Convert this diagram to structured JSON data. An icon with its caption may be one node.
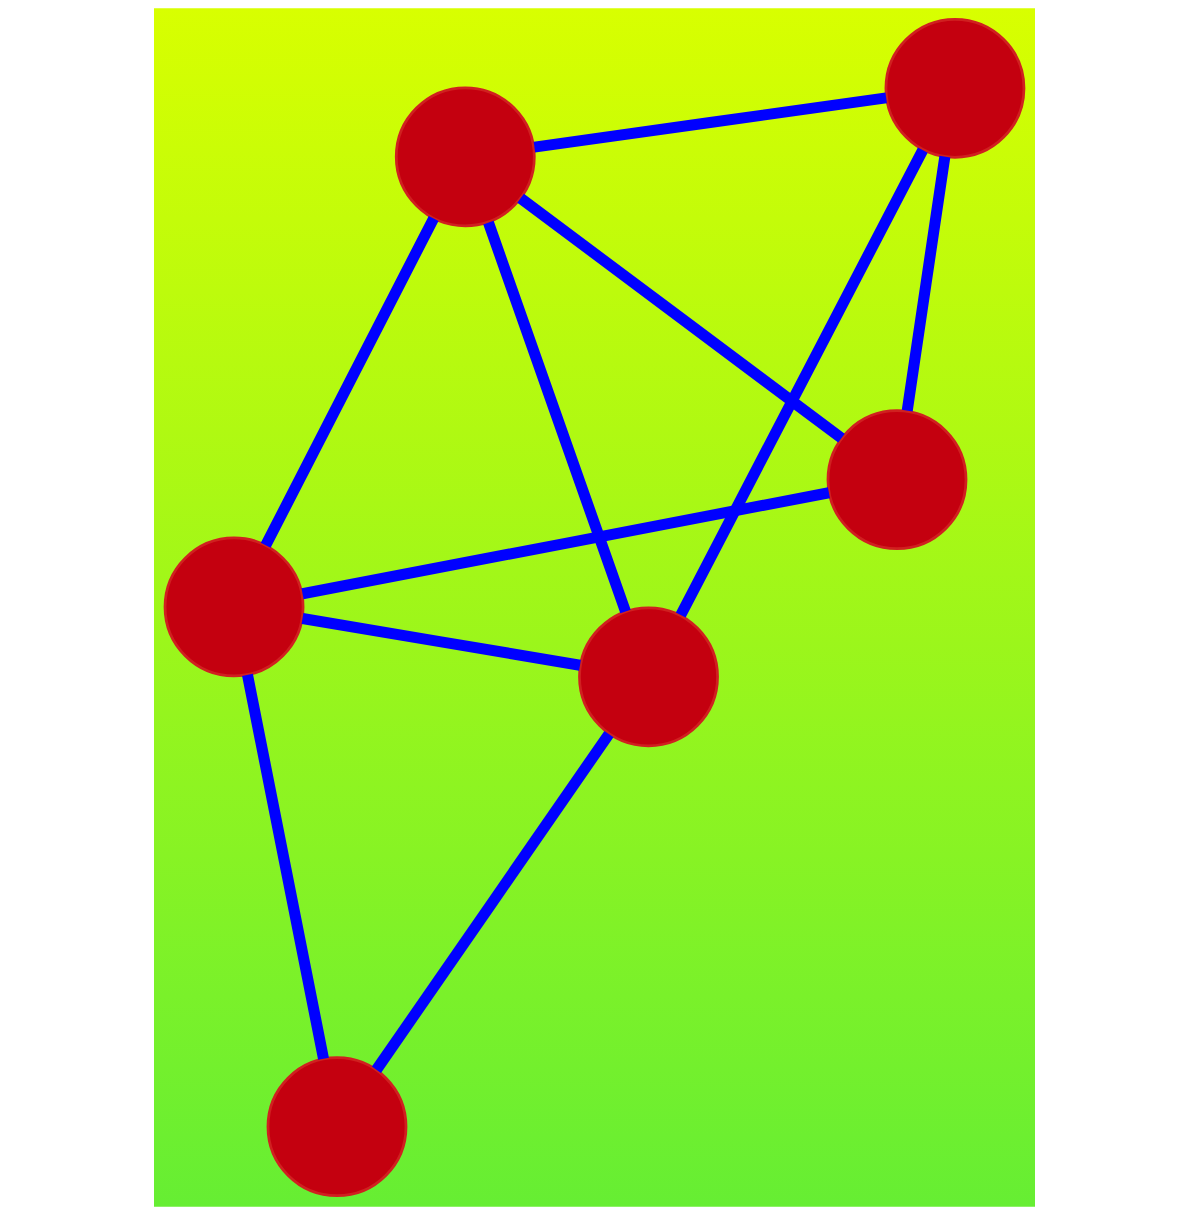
{
  "diagram": {
    "nodes": [
      {
        "text": [],
        "shape": "circle"
      },
      {
        "text": [],
        "shape": "circle"
      },
      {
        "text": [],
        "shape": "circle"
      },
      {
        "text": [],
        "shape": "circle"
      },
      {
        "text": [],
        "shape": "circle"
      },
      {
        "text": [],
        "shape": "circle"
      }
    ],
    "edges": [
      {
        "from": 0,
        "to": 2,
        "arrow": "none"
      },
      {
        "from": 0,
        "to": 1,
        "arrow": "none"
      },
      {
        "from": 0,
        "to": 3,
        "arrow": "none"
      },
      {
        "from": 0,
        "to": 5,
        "arrow": "none"
      },
      {
        "from": 1,
        "to": 3,
        "arrow": "none"
      },
      {
        "from": 1,
        "to": 4,
        "arrow": "none"
      },
      {
        "from": 2,
        "to": 5,
        "arrow": "none"
      },
      {
        "from": 3,
        "to": 5,
        "arrow": "none"
      },
      {
        "from": 3,
        "to": 4,
        "arrow": "none"
      },
      {
        "from": 4,
        "to": 5,
        "arrow": "none"
      }
    ]
  }
}
